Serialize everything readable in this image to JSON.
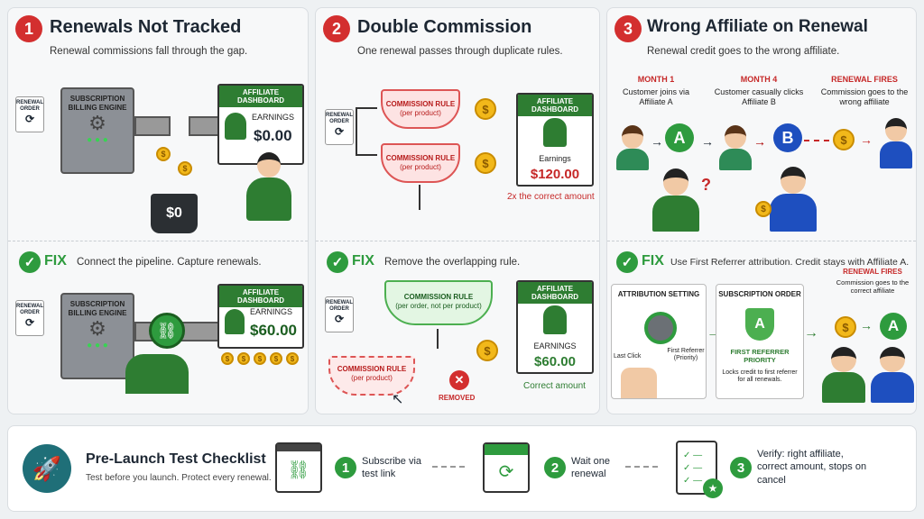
{
  "panels": [
    {
      "num": "1",
      "title": "Renewals Not Tracked",
      "subtitle": "Renewal commissions fall through the gap.",
      "renewal_order": "RENEWAL ORDER",
      "engine": "SUBSCRIPTION BILLING ENGINE",
      "dash_header": "AFFILIATE DASHBOARD",
      "earnings_label": "EARNINGS",
      "earnings_value": "$0.00",
      "bucket": "$0",
      "fix_label": "FIX",
      "fix_text": "Connect the pipeline. Capture renewals.",
      "fix_earnings": "$60.00"
    },
    {
      "num": "2",
      "title": "Double Commission",
      "subtitle": "One renewal passes through duplicate rules.",
      "renewal_order": "RENEWAL ORDER",
      "rule_title": "COMMISSION RULE",
      "rule_sub": "(per product)",
      "dash_header": "AFFILIATE DASHBOARD",
      "earnings_label": "Earnings",
      "earnings_value": "$120.00",
      "note": "2x the correct amount",
      "fix_label": "FIX",
      "fix_text": "Remove the overlapping rule.",
      "fix_rule_title": "COMMISSION RULE",
      "fix_rule_sub": "(per order, not per product)",
      "removed_title": "COMMISSION RULE",
      "removed_sub": "(per product)",
      "removed_label": "REMOVED",
      "fix_earnings_label": "EARNINGS",
      "fix_earnings": "$60.00",
      "fix_note": "Correct amount"
    },
    {
      "num": "3",
      "title": "Wrong Affiliate on Renewal",
      "subtitle": "Renewal credit goes to the wrong affiliate.",
      "steps": [
        {
          "head": "MONTH 1",
          "text": "Customer joins via Affiliate A",
          "badge": "A"
        },
        {
          "head": "MONTH 4",
          "text": "Customer casually clicks Affiliate B",
          "badge": "B"
        },
        {
          "head": "RENEWAL FIRES",
          "text": "Commission goes to the wrong affiliate"
        }
      ],
      "fix_label": "FIX",
      "fix_text": "Use First Referrer attribution. Credit stays with Affiliate A.",
      "attr_title": "ATTRIBUTION SETTING",
      "last_click": "Last Click",
      "first_ref": "First Referrer (Priority)",
      "order_title": "SUBSCRIPTION ORDER",
      "order_badge": "A",
      "order_head": "FIRST REFERRER PRIORITY",
      "order_text": "Locks credit to first referrer for all renewals.",
      "renew_head": "RENEWAL FIRES",
      "renew_text": "Commission goes to the correct affiliate",
      "renew_badge": "A"
    }
  ],
  "checklist": {
    "title": "Pre-Launch Test Checklist",
    "subtitle": "Test before you launch. Protect every renewal.",
    "steps": [
      {
        "num": "1",
        "text": "Subscribe via test link"
      },
      {
        "num": "2",
        "text": "Wait one renewal"
      },
      {
        "num": "3",
        "text": "Verify: right affiliate, correct amount, stops on cancel"
      }
    ]
  },
  "colors": {
    "danger": "#d32f2f",
    "fix": "#2e9b3e",
    "dashboard": "#2e7d32",
    "coin": "#f2b81a",
    "affiliate_a": "#2e9b3e",
    "affiliate_b": "#1e4fbf"
  }
}
